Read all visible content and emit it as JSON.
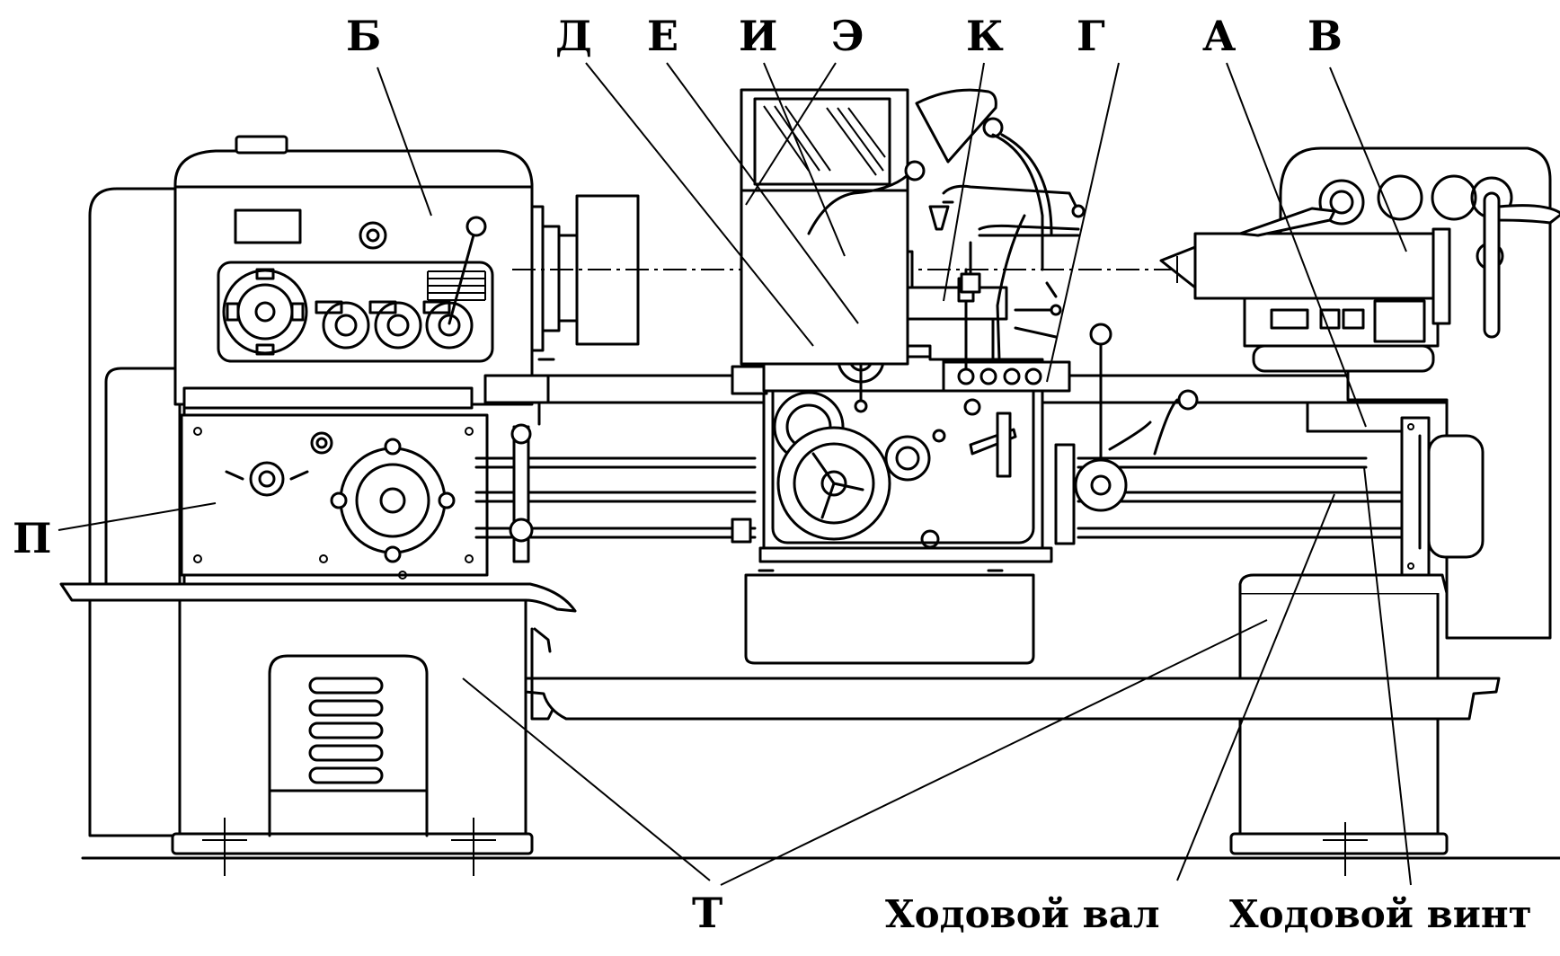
{
  "labels": {
    "B": "Б",
    "D": "Д",
    "E": "Е",
    "I": "И",
    "Ae": "Э",
    "K": "К",
    "G": "Г",
    "A": "А",
    "V": "В",
    "P": "П",
    "T": "Т",
    "feed_shaft": "Ходовой вал",
    "lead_screw": "Ходовой винт"
  }
}
